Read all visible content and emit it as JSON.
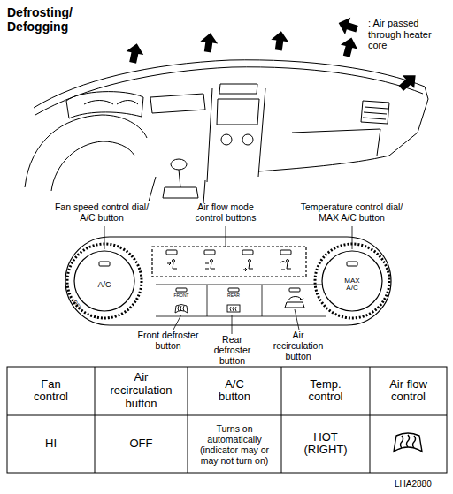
{
  "diagram": {
    "title": "Defrosting/ Defogging",
    "nodes": [
      {
        "text": [
          "A/C"
        ]
      },
      {
        "text": [
          "MAX A/C"
        ]
      },
      {
        "text": [
          "FRONT"
        ]
      },
      {
        "text": [
          "REAR"
        ]
      }
    ],
    "labels": [
      "Fan speed control dial/ A/C button",
      "Air flow mode control buttons",
      "Temperature control dial/ MAX A/C button",
      "OFF",
      "Front defroster button",
      "Rear defroster button",
      "Air recirculation button",
      "Fan control",
      "Air recirculation button",
      "A/C button",
      "Temp. control",
      "Air flow control",
      "HI",
      "OFF",
      "Turns on automatically (indicator may or may not turn on)",
      "HOT (RIGHT)",
      "LHA2880"
    ],
    "legend": [
      {
        "text": ": Air passed through heater core"
      }
    ]
  }
}
